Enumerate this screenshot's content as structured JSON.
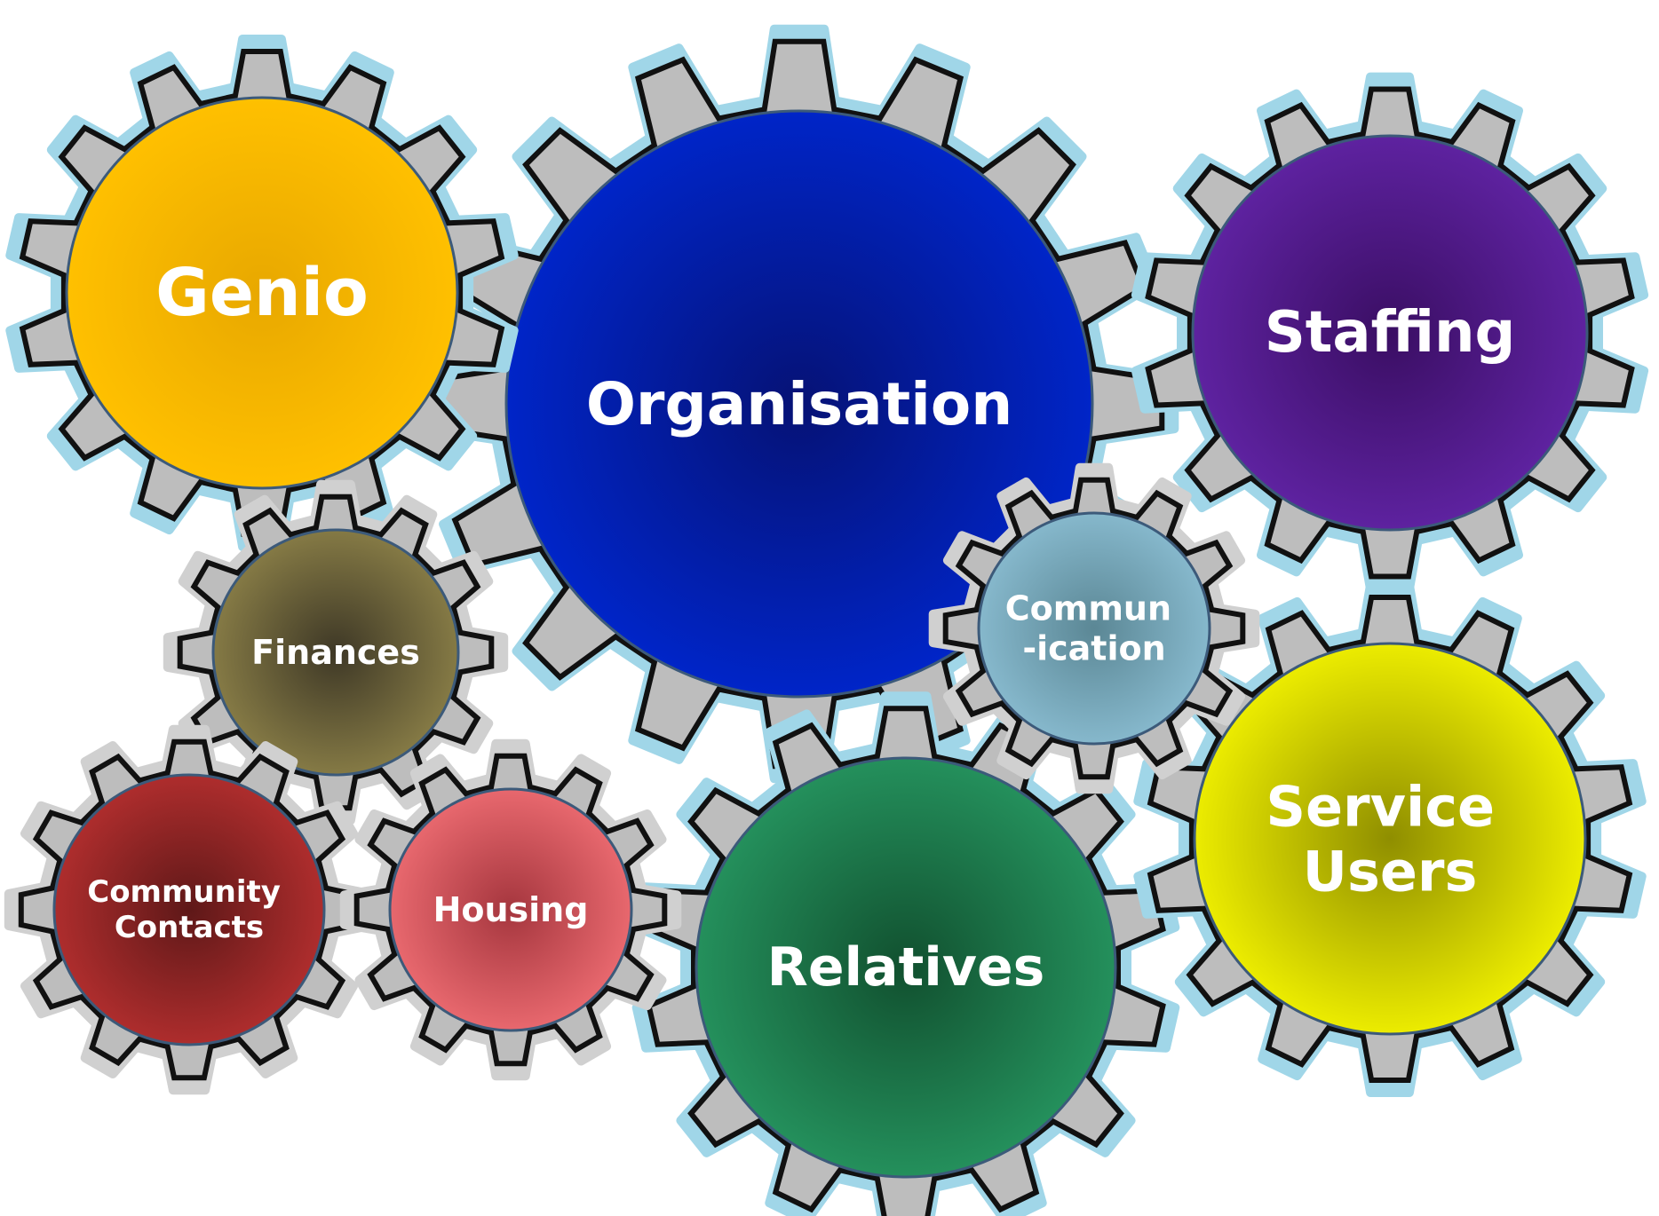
{
  "diagram": {
    "gears": [
      {
        "id": "genio",
        "lines": [
          "Genio"
        ],
        "color": "#FFC000",
        "outline": "light-blue"
      },
      {
        "id": "organisation",
        "lines": [
          "Organisation"
        ],
        "color": "#0020C0",
        "outline": "light-blue"
      },
      {
        "id": "staffing",
        "lines": [
          "Staffing"
        ],
        "color": "#5B1F9A",
        "outline": "light-blue"
      },
      {
        "id": "finances",
        "lines": [
          "Finances"
        ],
        "color": "#7F7442",
        "outline": "light-gray"
      },
      {
        "id": "communication",
        "lines": [
          "Commun",
          "-ication"
        ],
        "color": "#7EAFC2",
        "outline": "light-gray"
      },
      {
        "id": "community-contacts",
        "lines": [
          "Community",
          "Contacts"
        ],
        "color": "#A52A2A",
        "outline": "light-gray"
      },
      {
        "id": "housing",
        "lines": [
          "Housing"
        ],
        "color": "#E0646A",
        "outline": "light-gray"
      },
      {
        "id": "relatives",
        "lines": [
          "Relatives"
        ],
        "color": "#238C5A",
        "outline": "light-blue"
      },
      {
        "id": "service-users",
        "lines": [
          "Service",
          "Users"
        ],
        "color": "#E6E600",
        "outline": "light-blue"
      }
    ]
  }
}
